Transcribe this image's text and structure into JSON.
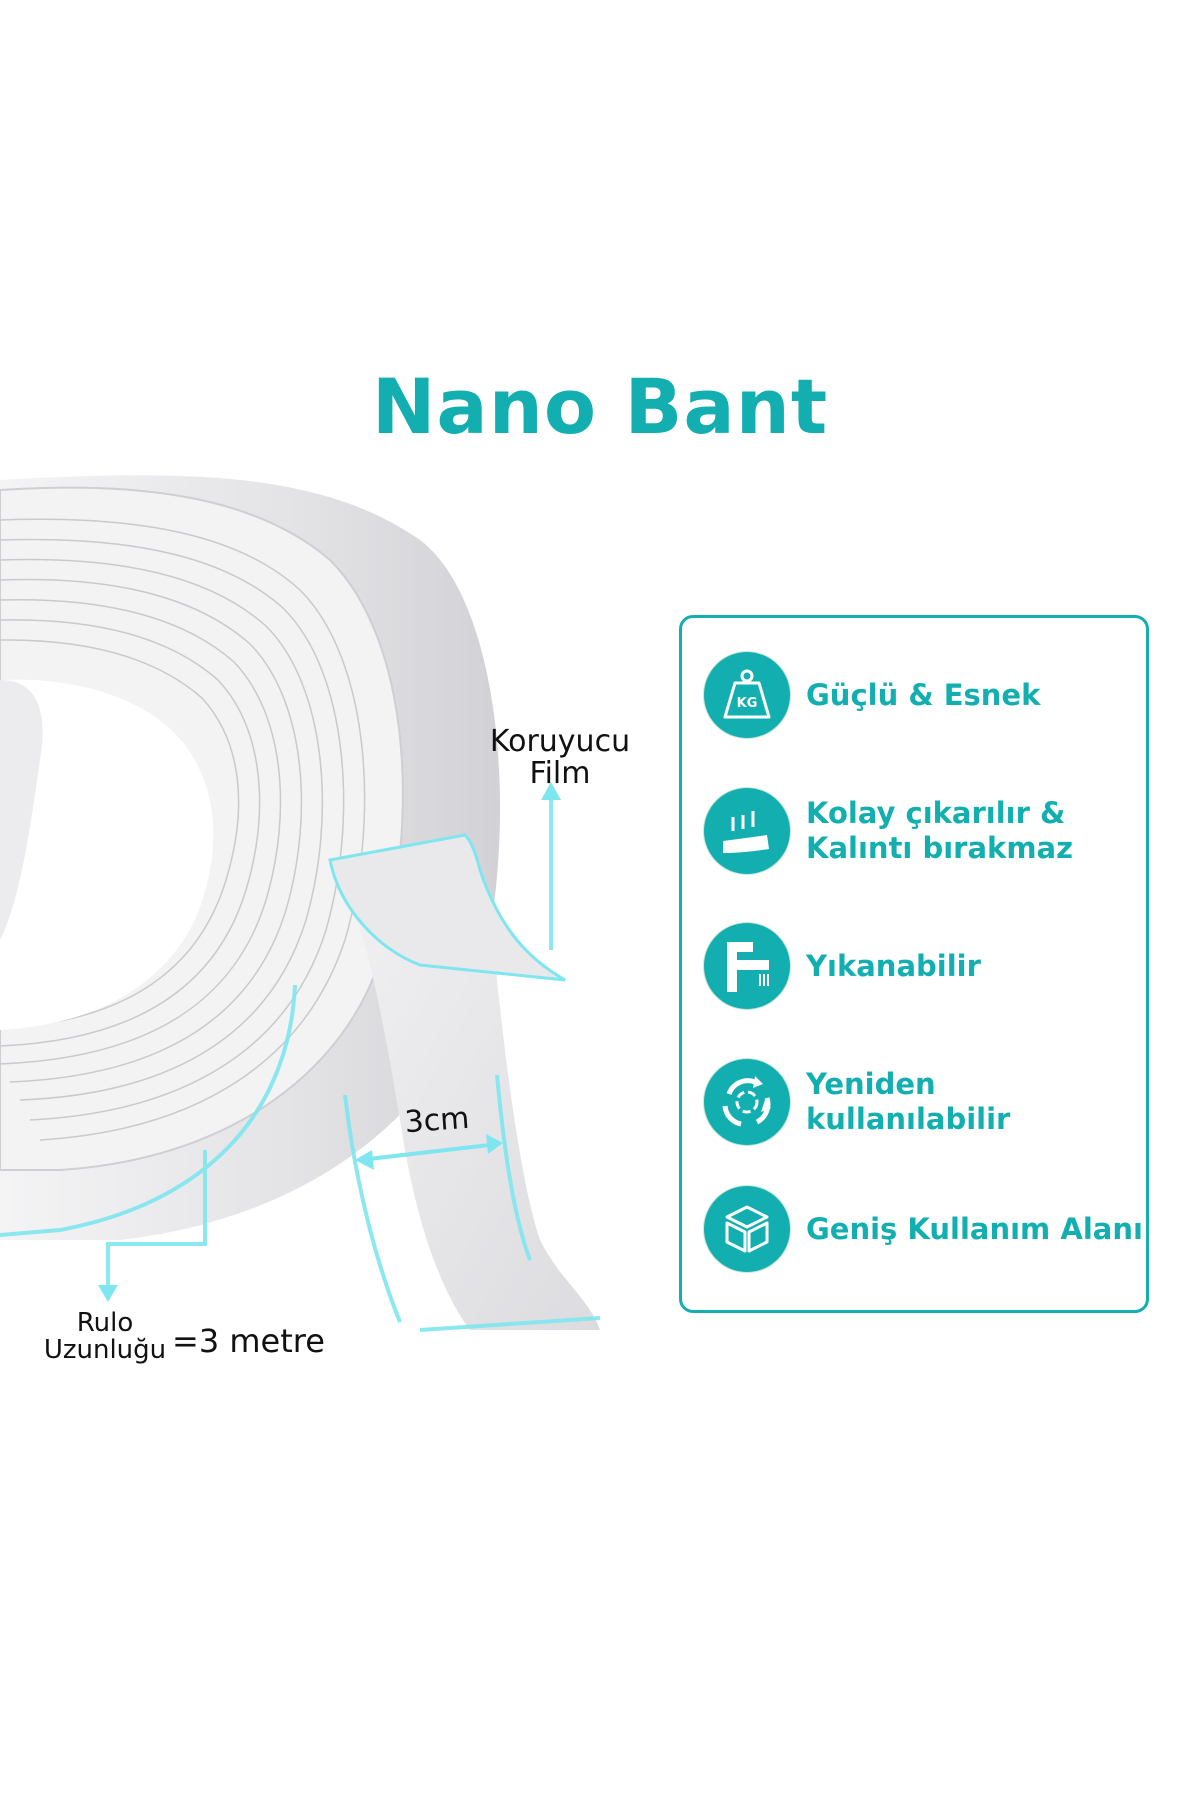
{
  "title": "Nano Bant",
  "colors": {
    "accent": "#13afb0",
    "highlight": "#7fe6ef",
    "tape": "#e6e6e8"
  },
  "annotations": {
    "protective_film": {
      "line1": "Koruyucu",
      "line2": "Film"
    },
    "width": "3cm",
    "roll_length": {
      "line1": "Rulo",
      "line2": "Uzunluğu",
      "value": "=3 metre"
    }
  },
  "features": [
    {
      "icon": "kg-weight-icon",
      "lines": [
        "Güçlü & Esnek"
      ]
    },
    {
      "icon": "peel-off-icon",
      "lines": [
        "Kolay çıkarılır &",
        "Kalıntı bırakmaz"
      ]
    },
    {
      "icon": "faucet-icon",
      "lines": [
        "Yıkanabilir"
      ]
    },
    {
      "icon": "recycle-icon",
      "lines": [
        "Yeniden kullanılabilir"
      ]
    },
    {
      "icon": "box-icon",
      "lines": [
        "Geniş Kullanım Alanı"
      ]
    }
  ]
}
